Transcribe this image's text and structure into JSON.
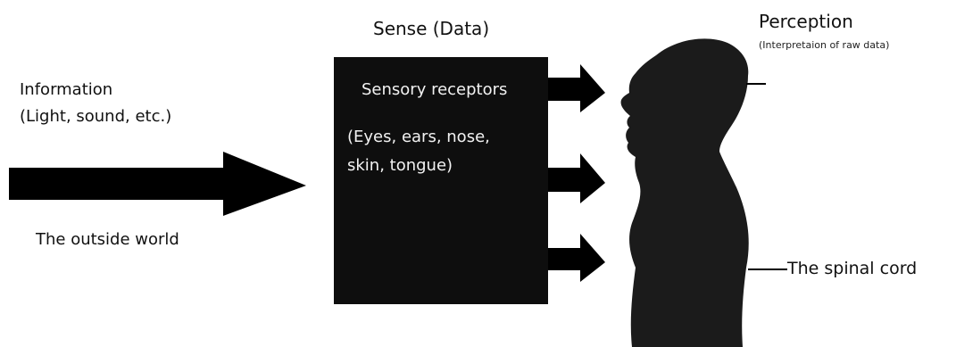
{
  "input": {
    "heading": "Information",
    "detail": "(Light, sound, etc.)",
    "caption": "The outside world"
  },
  "sense": {
    "title": "Sense (Data)",
    "receptors_title": "Sensory receptors",
    "receptors_line1": "(Eyes, ears, nose,",
    "receptors_line2": "skin, tongue)"
  },
  "perception": {
    "title": "Perception",
    "subtitle": "(Interpretaion of raw data)"
  },
  "body": {
    "spinal_label": "The spinal cord"
  },
  "colors": {
    "ink": "#111111",
    "box_fill": "#0e0e0e",
    "silhouette": "#1b1b1b",
    "box_text": "#f2f2f2"
  }
}
